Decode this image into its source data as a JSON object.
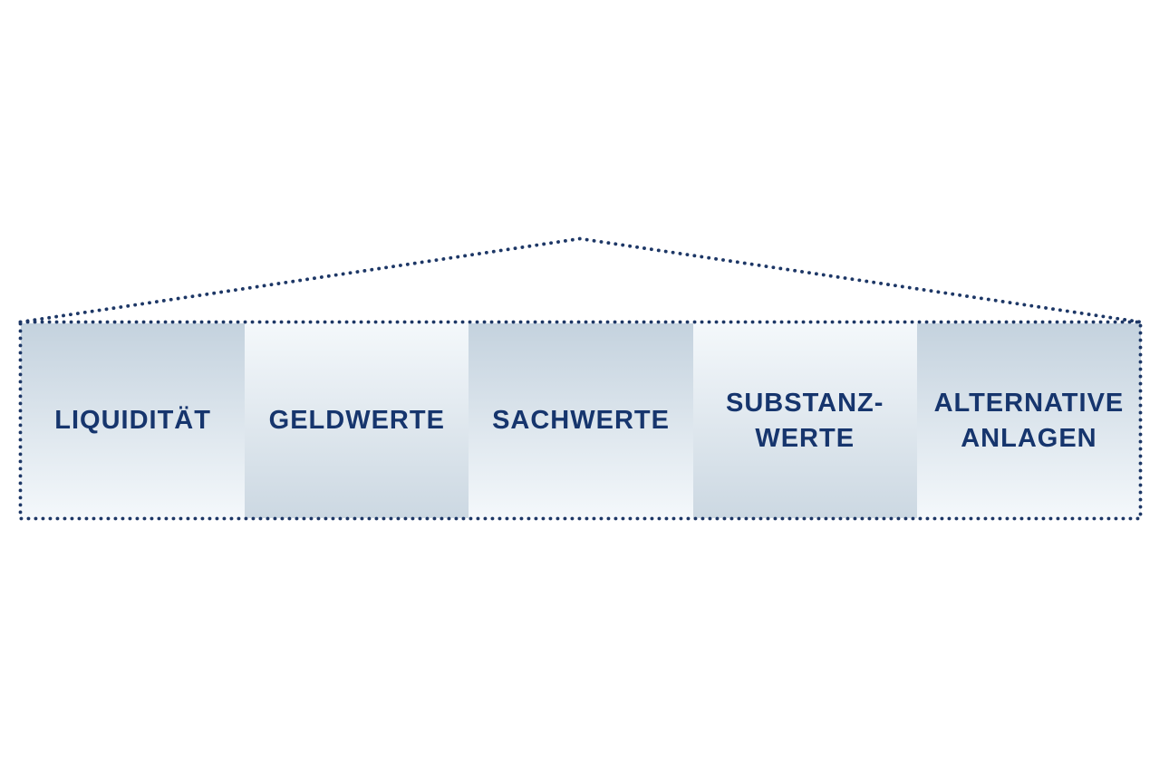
{
  "colors": {
    "background": "#ffffff",
    "navy_text": "#16356d",
    "dot_line": "#1d3766",
    "shade_dark": "#c4d2de",
    "shade_light": "#f4f8fb",
    "shade_dark_bottom": "#ccd8e2"
  },
  "diagram": {
    "boxes": [
      {
        "label": "LIQUIDITÄT"
      },
      {
        "label": "GELDWERTE"
      },
      {
        "label": "SACHWERTE"
      },
      {
        "label": "SUBSTANZ-\nWERTE"
      },
      {
        "label": "ALTERNATIVE\nANLAGEN"
      }
    ]
  }
}
